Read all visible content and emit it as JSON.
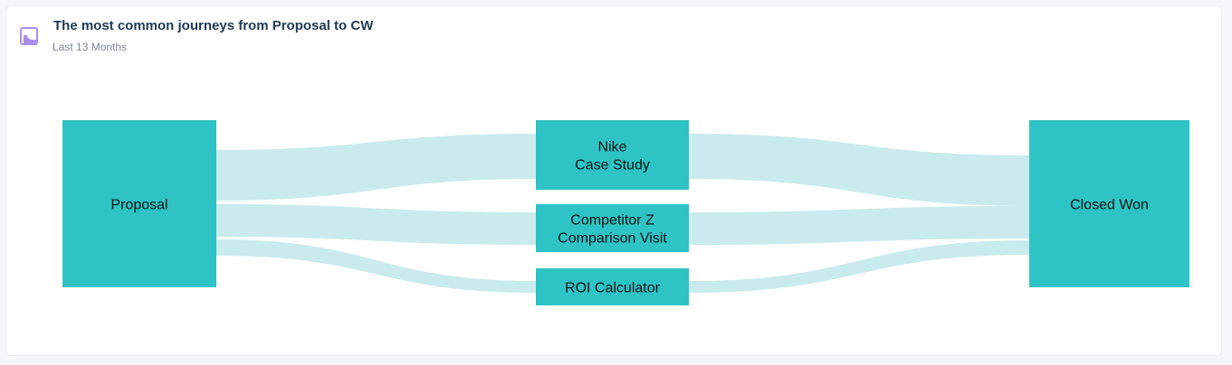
{
  "header": {
    "title": "The most common journeys from Proposal to CW",
    "subtitle": "Last 13 Months",
    "icon": "area-chart-icon"
  },
  "colors": {
    "node": "#2ec3c4",
    "link": "#c9ebee",
    "icon_accent": "#a890ea"
  },
  "nodes": [
    {
      "id": "proposal",
      "label_lines": [
        "Proposal"
      ]
    },
    {
      "id": "nike",
      "label_lines": [
        "Nike",
        "Case Study"
      ]
    },
    {
      "id": "competitor",
      "label_lines": [
        "Competitor Z",
        "Comparison Visit"
      ]
    },
    {
      "id": "roi",
      "label_lines": [
        "ROI Calculator"
      ]
    },
    {
      "id": "closed_won",
      "label_lines": [
        "Closed Won"
      ]
    }
  ],
  "links": [
    {
      "source": "proposal",
      "target": "nike"
    },
    {
      "source": "proposal",
      "target": "competitor"
    },
    {
      "source": "proposal",
      "target": "roi"
    },
    {
      "source": "nike",
      "target": "closed_won"
    },
    {
      "source": "competitor",
      "target": "closed_won"
    },
    {
      "source": "roi",
      "target": "closed_won"
    }
  ]
}
